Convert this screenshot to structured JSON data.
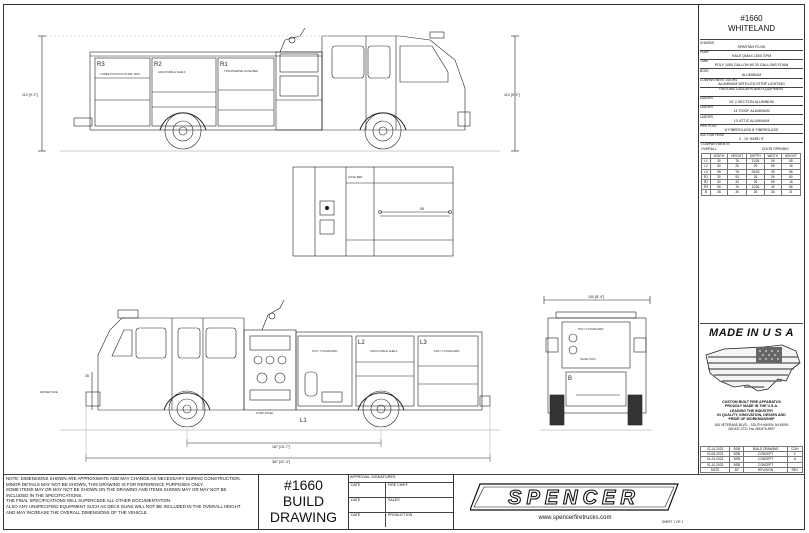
{
  "title_block": {
    "job_number": "#1660",
    "customer": "WHITELAND"
  },
  "specs": [
    {
      "label": "CHASSIS",
      "value": "SPARTAN FC/4H"
    },
    {
      "label": "PUMP",
      "value": "HALE QMAX 1500 GPM"
    },
    {
      "label": "TANK",
      "value": "POLY 1000 GALLON W/ 20 GALLONS FOAM"
    },
    {
      "label": "BODY",
      "value": "ALUMINUM"
    },
    {
      "label": "COMPARTMENT DOORS",
      "value": "ALUMINUM WITH LED STRIP LIGHTING"
    },
    {
      "label": "",
      "value": "GROUND LADDERS AND EQUIPMENT"
    },
    {
      "label": "LADDER",
      "value": "24' 2 SECTION ALUMINUM"
    },
    {
      "label": "LADDER",
      "value": "14' ROOF ALUMINUM"
    },
    {
      "label": "LADDER",
      "value": "10' ATTIC ALUMINUM"
    },
    {
      "label": "PIKE POLE",
      "value": "6' FIBERGLASS  8' FIBERGLASS"
    },
    {
      "label": "SUCTION HOSE",
      "value": "2 - 10' HARD 5\""
    }
  ],
  "compartments": {
    "heading": "COMPARTMENTS",
    "group_overall": "OVERALL",
    "group_door": "DOOR OPENING",
    "columns": [
      "",
      "WIDTH",
      "HEIGHT",
      "DEPTH",
      "WIDTH",
      "HEIGHT"
    ],
    "rows": [
      [
        "L1",
        "30",
        "76",
        "11/26",
        "26",
        "58"
      ],
      [
        "L2",
        "60",
        "26",
        "26",
        "55",
        "16"
      ],
      [
        "L3",
        "56",
        "76",
        "26/26",
        "49",
        "66"
      ],
      [
        "R1",
        "30",
        "53",
        "26",
        "26",
        "60"
      ],
      [
        "R2",
        "60",
        "26",
        "26",
        "55",
        "16"
      ],
      [
        "R3",
        "56",
        "76",
        "11/26",
        "49",
        "66"
      ],
      [
        "B",
        "38",
        "30",
        "26",
        "36",
        "31"
      ]
    ]
  },
  "made_in_usa": "MADE IN U S A",
  "usa_blurb": [
    "CUSTOM BUILT FIRE APPARATUS",
    "PROUDLY MADE IN THE U.S.A.",
    "LEADING THE INDUSTRY",
    "IN QUALITY, INNOVATION, DESIGN AND",
    "PRIDE OF WORKMANSHIP"
  ],
  "address": "165 VETERANS BLVD. - SOUTH HAVEN, MI 49090",
  "phone": "269-637-2721   Fax 269-676-9097",
  "revisions": [
    [
      "02-14-2023",
      "BSB",
      "BUILD DRAWING",
      "COH"
    ],
    [
      "02-08-2023",
      "BSB",
      "CONCEPT",
      "C"
    ],
    [
      "01-24-2023",
      "BSB",
      "CONCEPT",
      "A"
    ],
    [
      "01-10-2023",
      "BSB",
      "CONCEPT",
      ""
    ],
    [
      "DATE",
      "BY",
      "REVISION",
      "REV"
    ]
  ],
  "notes": [
    "NOTE: DIMENSIONS SHOWN ARE APPROXIMATE AND MAY CHANGE AS NECESSARY DURING CONSTRUCTION.",
    "MINOR DETAILS MAY NOT BE SHOWN, THIS DRAWING IS FOR REFERENCE PURPOSES ONLY.",
    "SOME ITEMS MAY OR MAY NOT BE SHOWN ON THE DRAWING AND ITEMS SHOWN MAY OR MAY NOT BE",
    "INCLUDED IN THE SPECIFICATIONS.",
    "THE FINAL SPECIFICATIONS WILL SUPERCEDE ALL OTHER DOCUMENTATION.",
    "ALSO ANY UNSPECIFIED EQUIPMENT SUCH AS DECK GUNS WILL NOT BE INCLUDED IN THE OVERALL HEIGHT",
    "AND MAY INCREASE THE OVERALL DIMENSIONS OF THE VEHICLE."
  ],
  "drawing_box": {
    "number": "#1660",
    "line1": "BUILD",
    "line2": "DRAWING"
  },
  "approval": {
    "heading": "APPROVAL SIGNATURES",
    "rows": [
      [
        "DATE",
        "FIRE CHIEF"
      ],
      [
        "DATE",
        "SALES"
      ],
      [
        "DATE",
        "PRODUCTION"
      ]
    ]
  },
  "brand": {
    "logo": "SPENCER",
    "website": "www.spencerfiretrucks.com",
    "sheet": "SHEET 1 OF 1"
  },
  "dims": {
    "height_left": "110 [9'-2\"]",
    "height_right": "110 [9'-2\"]",
    "wheelbase": "187 [15'-7\"]",
    "overall_length": "387 [32'-3\"]",
    "rear_width": "100 [8'-4\"]",
    "tank_dim": "55",
    "cab_note": "DRIVER SIDE",
    "front_ht": "26"
  },
  "labels": {
    "r3": "R3",
    "r2": "R2",
    "r1": "R1",
    "l1": "L1",
    "l2": "L2",
    "l3": "L3",
    "b": "B",
    "r3_txt": "THREE POSITION SLIDE TRAY",
    "r2_txt": "ADJUSTABLE SHELF",
    "r1_txt": "TRANSVERSE HOSE BED",
    "l1_txt": "POLY TOOLBOARD",
    "l2_txt": "ADJUSTABLE SHELF",
    "l3_txt": "POLY TOOLBOARD",
    "hose_bed": "HOSE BED",
    "rear_txt1": "POLY TOOLBOARD",
    "rear_txt2": "SLIDE TRAY",
    "pump": "PUMP PANEL"
  }
}
